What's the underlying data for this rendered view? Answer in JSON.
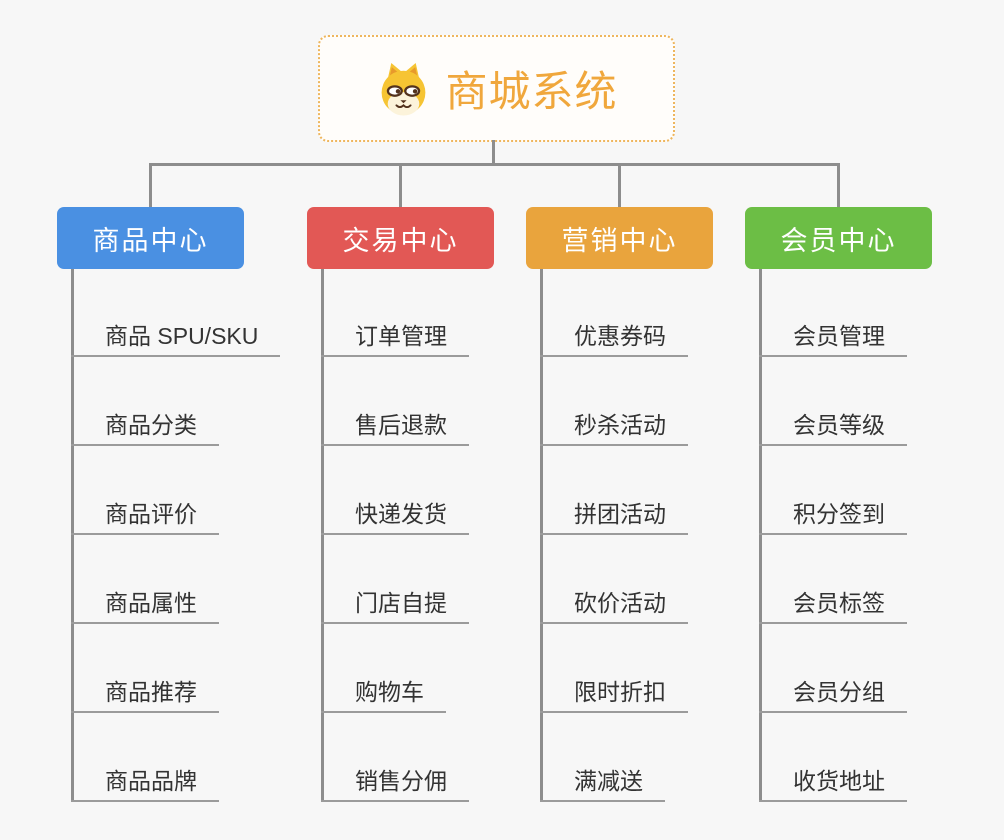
{
  "canvas": {
    "background": "#f7f7f7",
    "connector_color": "#8d8d8d",
    "underline_color": "#9b9b9b",
    "item_text_color": "#333333"
  },
  "root": {
    "title": "商城系统",
    "icon": "shiba-dog-icon",
    "title_color": "#f0a73c",
    "border_color": "#eeb65e"
  },
  "branches": [
    {
      "label": "商品中心",
      "color": "#4a90e2",
      "items": [
        "商品 SPU/SKU",
        "商品分类",
        "商品评价",
        "商品属性",
        "商品推荐",
        "商品品牌"
      ]
    },
    {
      "label": "交易中心",
      "color": "#e25855",
      "items": [
        "订单管理",
        "售后退款",
        "快递发货",
        "门店自提",
        "购物车",
        "销售分佣"
      ]
    },
    {
      "label": "营销中心",
      "color": "#e9a43d",
      "items": [
        "优惠券码",
        "秒杀活动",
        "拼团活动",
        "砍价活动",
        "限时折扣",
        "满减送"
      ]
    },
    {
      "label": "会员中心",
      "color": "#6cbe45",
      "items": [
        "会员管理",
        "会员等级",
        "积分签到",
        "会员标签",
        "会员分组",
        "收货地址"
      ]
    }
  ]
}
